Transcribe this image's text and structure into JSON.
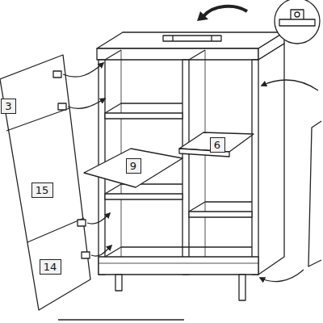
{
  "diagram": {
    "nodes": [
      {
        "text": [
          "3"
        ]
      },
      {
        "text": [
          "6"
        ]
      },
      {
        "text": [
          "9"
        ]
      },
      {
        "text": [
          "15"
        ]
      },
      {
        "text": [
          "14"
        ]
      }
    ],
    "edges": []
  }
}
